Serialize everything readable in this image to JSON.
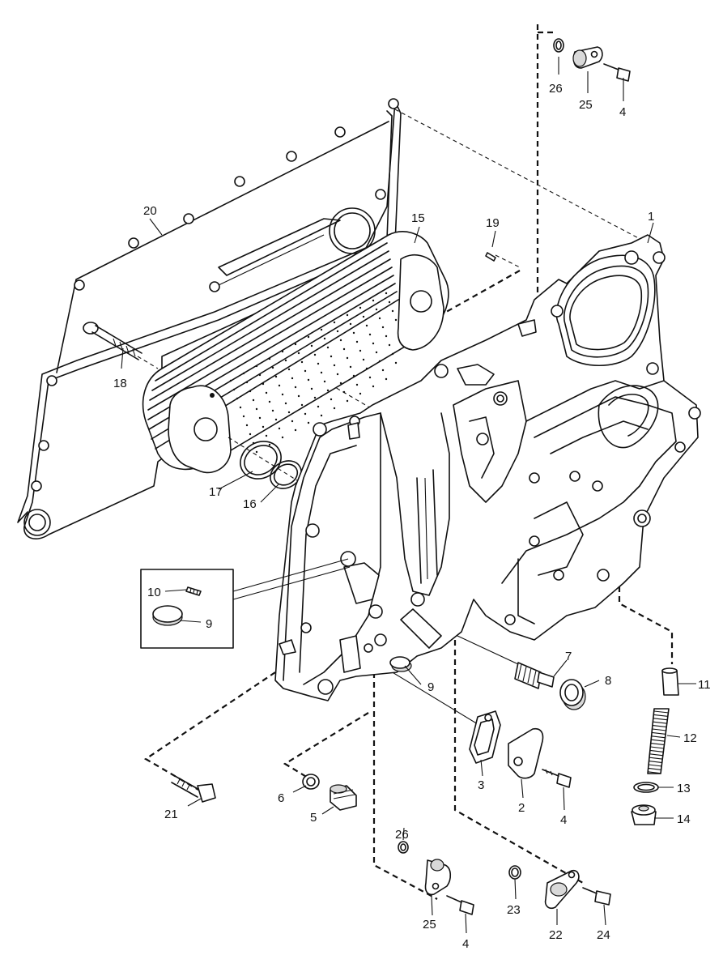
{
  "labels": [
    {
      "id": "l1",
      "text": "1"
    },
    {
      "id": "l2",
      "text": "2"
    },
    {
      "id": "l3",
      "text": "3"
    },
    {
      "id": "l4a",
      "text": "4"
    },
    {
      "id": "l4b",
      "text": "4"
    },
    {
      "id": "l4c",
      "text": "4"
    },
    {
      "id": "l5",
      "text": "5"
    },
    {
      "id": "l6",
      "text": "6"
    },
    {
      "id": "l7",
      "text": "7"
    },
    {
      "id": "l8",
      "text": "8"
    },
    {
      "id": "l9a",
      "text": "9"
    },
    {
      "id": "l9b",
      "text": "9"
    },
    {
      "id": "l10",
      "text": "10"
    },
    {
      "id": "l11",
      "text": "11"
    },
    {
      "id": "l12",
      "text": "12"
    },
    {
      "id": "l13",
      "text": "13"
    },
    {
      "id": "l14",
      "text": "14"
    },
    {
      "id": "l15",
      "text": "15"
    },
    {
      "id": "l16",
      "text": "16"
    },
    {
      "id": "l17",
      "text": "17"
    },
    {
      "id": "l18",
      "text": "18"
    },
    {
      "id": "l19",
      "text": "19"
    },
    {
      "id": "l20",
      "text": "20"
    },
    {
      "id": "l21",
      "text": "21"
    },
    {
      "id": "l22",
      "text": "22"
    },
    {
      "id": "l23",
      "text": "23"
    },
    {
      "id": "l24",
      "text": "24"
    },
    {
      "id": "l25a",
      "text": "25"
    },
    {
      "id": "l25b",
      "text": "25"
    },
    {
      "id": "l26a",
      "text": "26"
    },
    {
      "id": "l26b",
      "text": "26"
    }
  ]
}
